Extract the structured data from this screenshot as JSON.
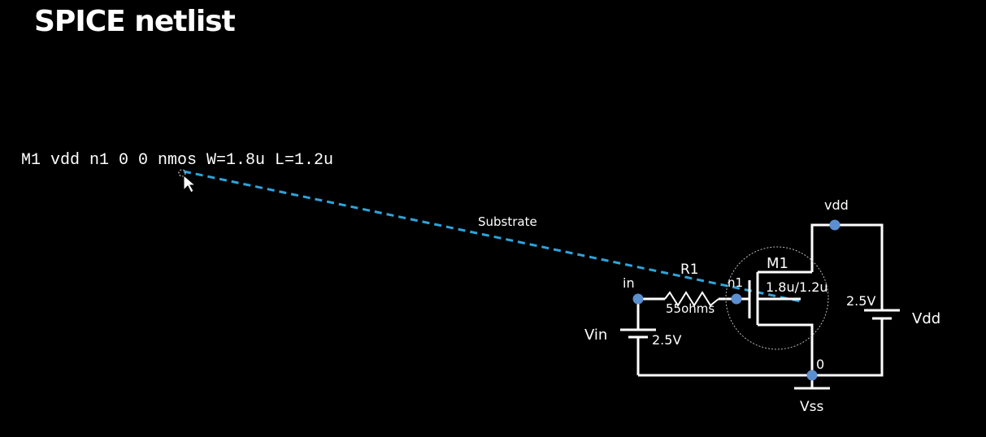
{
  "title": "SPICE netlist",
  "netlist_line": "M1 vdd n1 0 0 nmos W=1.8u L=1.2u",
  "annotation": {
    "label": "Substrate",
    "color": "#2ea3db"
  },
  "node_color": "#5b8fd0",
  "labels": {
    "vdd_node": "vdd",
    "in_node": "in",
    "n1_node": "n1",
    "ground_node": "0",
    "vss": "Vss",
    "r1_name": "R1",
    "r1_value": "55ohms",
    "m1_name": "M1",
    "m1_size": "1.8u/1.2u",
    "vdd_source_value": "2.5V",
    "vdd_source_name": "Vdd",
    "vin_name": "Vin",
    "vin_value": "2.5V"
  }
}
